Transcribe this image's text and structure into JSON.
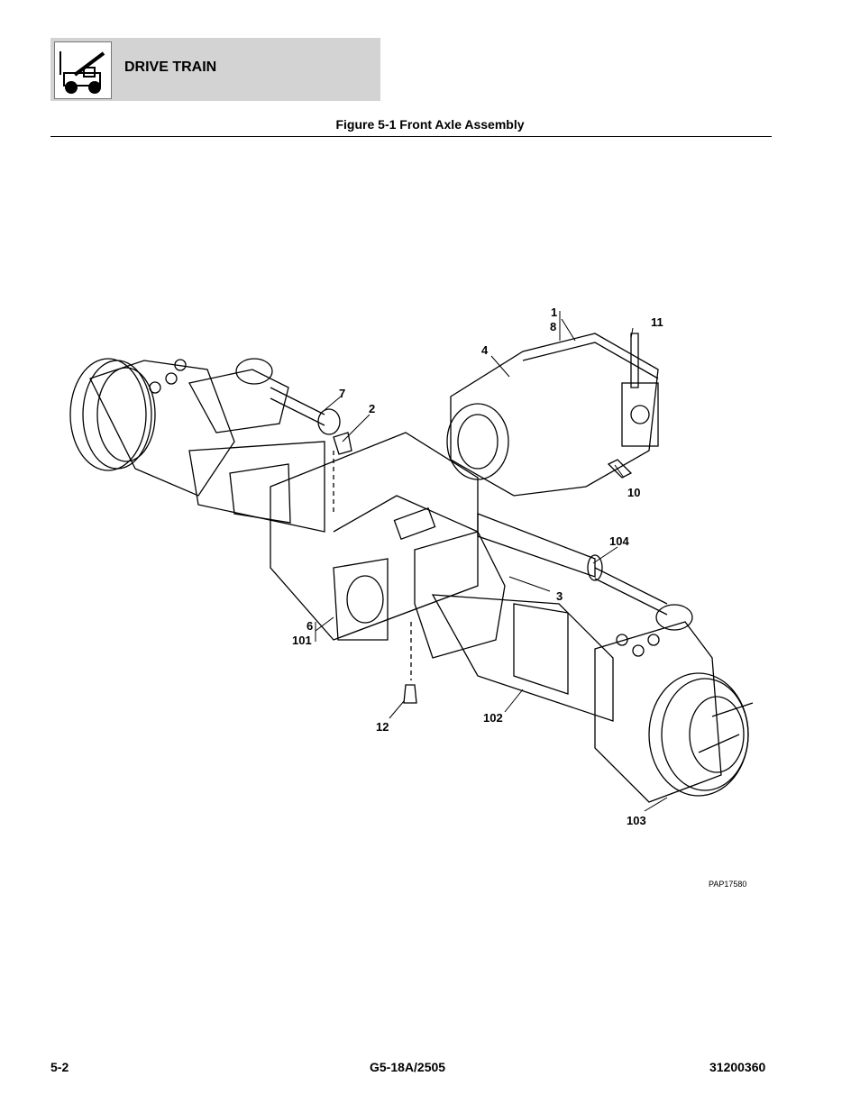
{
  "header": {
    "section_title": "DRIVE TRAIN",
    "icon": "telehandler-icon"
  },
  "figure": {
    "title": "Figure 5-1 Front Axle Assembly",
    "code": "PAP17580",
    "callouts": [
      "1",
      "8",
      "4",
      "11",
      "7",
      "2",
      "10",
      "104",
      "3",
      "6",
      "101",
      "12",
      "102",
      "103"
    ]
  },
  "footer": {
    "page": "5-2",
    "model": "G5-18A/2505",
    "doc_number": "31200360"
  }
}
